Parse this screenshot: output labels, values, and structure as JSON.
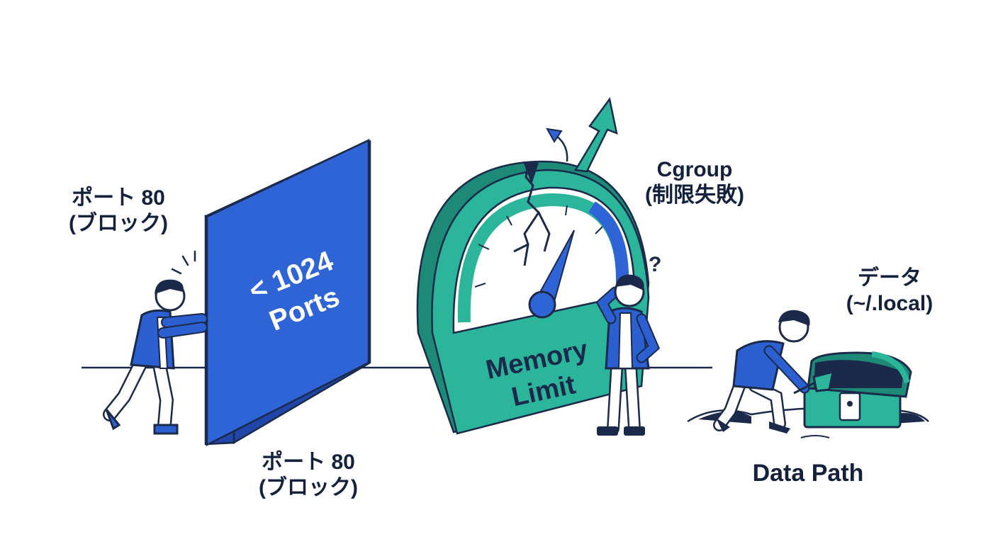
{
  "colors": {
    "wall_front": "#2f64d6",
    "wall_side": "#1f46a8",
    "wall_top": "#4f82e8",
    "gauge_teal": "#2bb59b",
    "gauge_dark": "#1d8a78",
    "navy": "#1b2a4a",
    "shirt_blue": "#2c5fcf",
    "ink": "#14213d"
  },
  "labels": {
    "port_left_line1": "ポート 80",
    "port_left_line2": "(ブロック)",
    "port_bottom_line1": "ポート 80",
    "port_bottom_line2": "(ブロック)",
    "cgroup_line1": "Cgroup",
    "cgroup_line2": "(制限失敗)",
    "data_line1": "データ",
    "data_line2": "(~/.local)",
    "data_path": "Data Path"
  },
  "wall": {
    "line1": "< 1024",
    "line2": "Ports"
  },
  "gauge": {
    "line1": "Memory",
    "line2": "Limit"
  },
  "question_mark": "?"
}
